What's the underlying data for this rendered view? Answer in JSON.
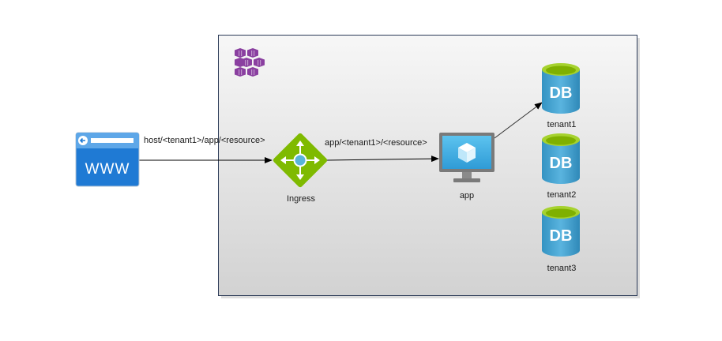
{
  "edges": {
    "www_to_ingress": "host/<tenant1>/app/<resource>",
    "ingress_to_app": "app/<tenant1>/<resource>"
  },
  "nodes": {
    "www": {
      "text": "WWW"
    },
    "ingress": {
      "label": "Ingress"
    },
    "app": {
      "label": "app"
    },
    "dbs": [
      {
        "text": "DB",
        "label": "tenant1"
      },
      {
        "text": "DB",
        "label": "tenant2"
      },
      {
        "text": "DB",
        "label": "tenant3"
      }
    ]
  },
  "colors": {
    "cluster_border": "#2b3a57",
    "cluster_fill_top": "#f7f7f7",
    "cluster_fill_bottom": "#d2d2d2",
    "browser_blue": "#1f7ad4",
    "ingress_green": "#7fba00",
    "db_blue": "#3999c6",
    "db_top": "#a6d22e",
    "k8s_purple": "#8a3fa0"
  }
}
